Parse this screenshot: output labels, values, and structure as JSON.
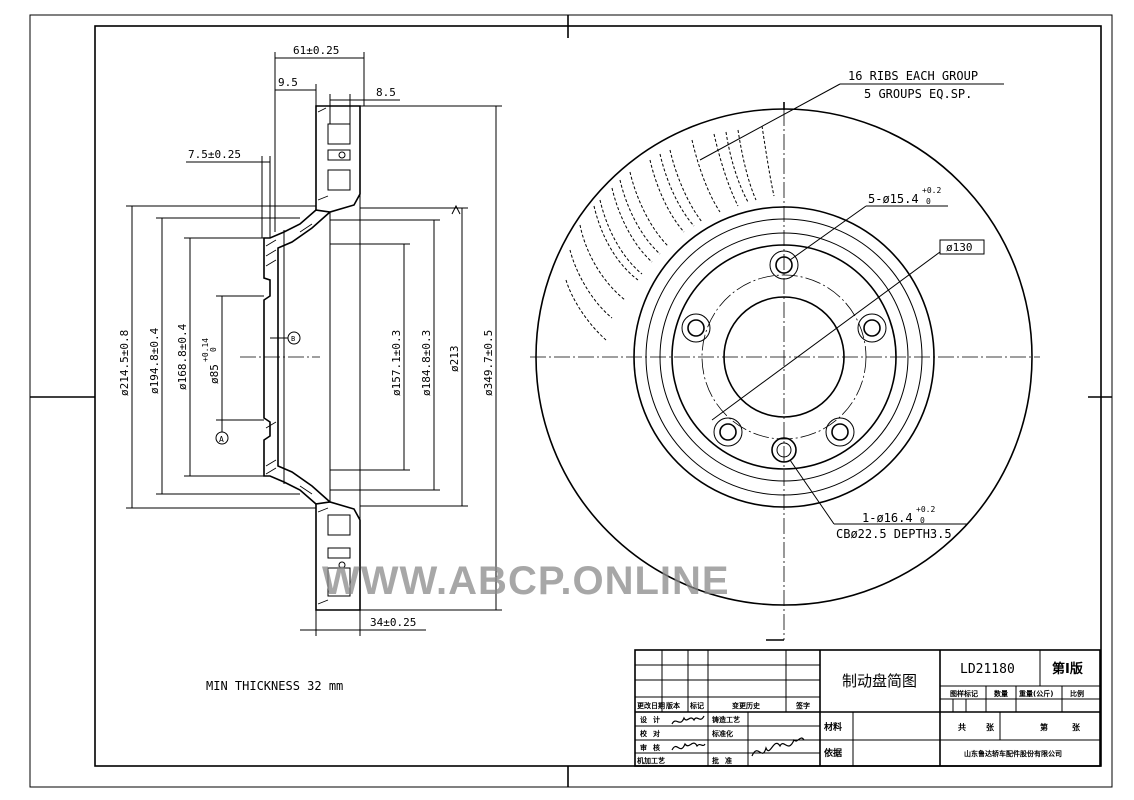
{
  "section": {
    "dim_overall_width": "61±0.25",
    "dim_offset_left": "9.5",
    "dim_offset_right": "8.5",
    "dim_hat_step": "7.5±0.25",
    "dim_d214": "ø214.5±0.8",
    "dim_d194": "ø194.8±0.4",
    "dim_d168": "ø168.8±0.4",
    "dim_d85": "ø85",
    "dim_d85_tol_upper": "+0.14",
    "dim_d85_tol_lower": "0",
    "dim_d157": "ø157.1±0.3",
    "dim_d184": "ø184.8±0.3",
    "dim_d213": "ø213",
    "dim_d349": "ø349.7±0.5",
    "dim_bottom_width": "34±0.25",
    "datum_a": "A",
    "datum_b": "B"
  },
  "front_view": {
    "ribs_line1": "16 RIBS EACH GROUP",
    "ribs_line2": "5 GROUPS EQ.SP.",
    "holes_label": "5-ø15.4",
    "holes_tol_upper": "+0.2",
    "holes_tol_lower": "0",
    "pcd_label": "ø130",
    "hole1_label": "1-ø16.4",
    "hole1_tol_upper": "+0.2",
    "hole1_tol_lower": "0",
    "counterbore_label": "CBø22.5 DEPTH3.5"
  },
  "note": "MIN THICKNESS 32 mm",
  "watermark": "WWW.ABCP.ONLINE",
  "title_block": {
    "drawing_title": "制动盘简图",
    "part_number": "LD21180",
    "edition": "第Ⅰ版",
    "hdr_sample_mark": "图样标记",
    "hdr_quantity": "数量",
    "hdr_weight": "重量(公斤)",
    "hdr_scale": "比例",
    "total_label": "共",
    "sheet_label": "张",
    "page_label": "第",
    "page_sheet": "张",
    "rev_date": "更改日期",
    "rev_version": "版本",
    "rev_mark": "标记",
    "rev_history": "变更历史",
    "rev_sign": "签字",
    "row_design": "设计",
    "row_check": "校对",
    "row_review": "审核",
    "row_machining": "机加工艺",
    "col_casting": "铸造工艺",
    "col_standard": "标准化",
    "col_approve": "批准",
    "material_label": "材料",
    "basis_label": "依据",
    "company": "山东鲁达轿车配件股份有限公司"
  }
}
